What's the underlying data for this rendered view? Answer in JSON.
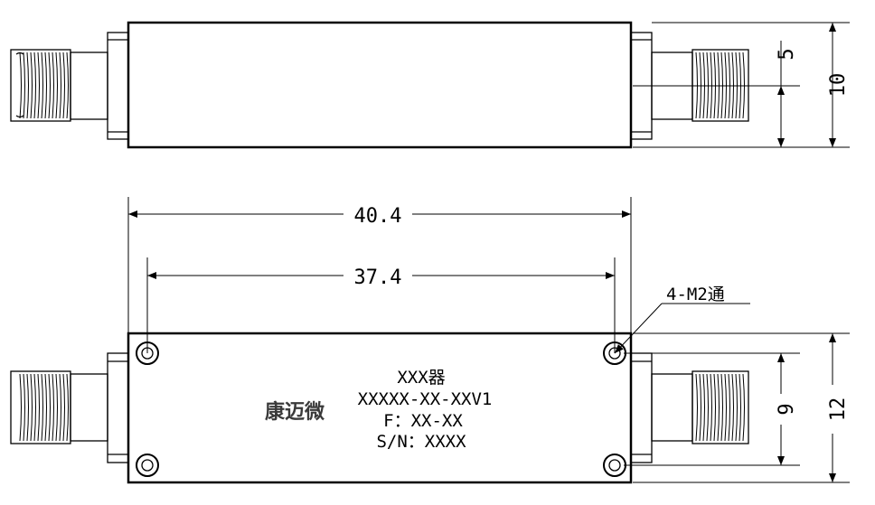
{
  "drawing": {
    "dimensions": {
      "overall_length": "40.4",
      "hole_spacing": "37.4",
      "connector_offset": "5",
      "body_height_side": "10",
      "hole_spacing_vertical": "9",
      "body_height_top": "12"
    },
    "hole_callout": "4-M2通",
    "label": {
      "line1": "XXX器",
      "line2": "XXXXX-XX-XXV1",
      "line3": "F：XX-XX",
      "line4": "S/N：XXXX"
    },
    "logo_text": "康迈微"
  }
}
